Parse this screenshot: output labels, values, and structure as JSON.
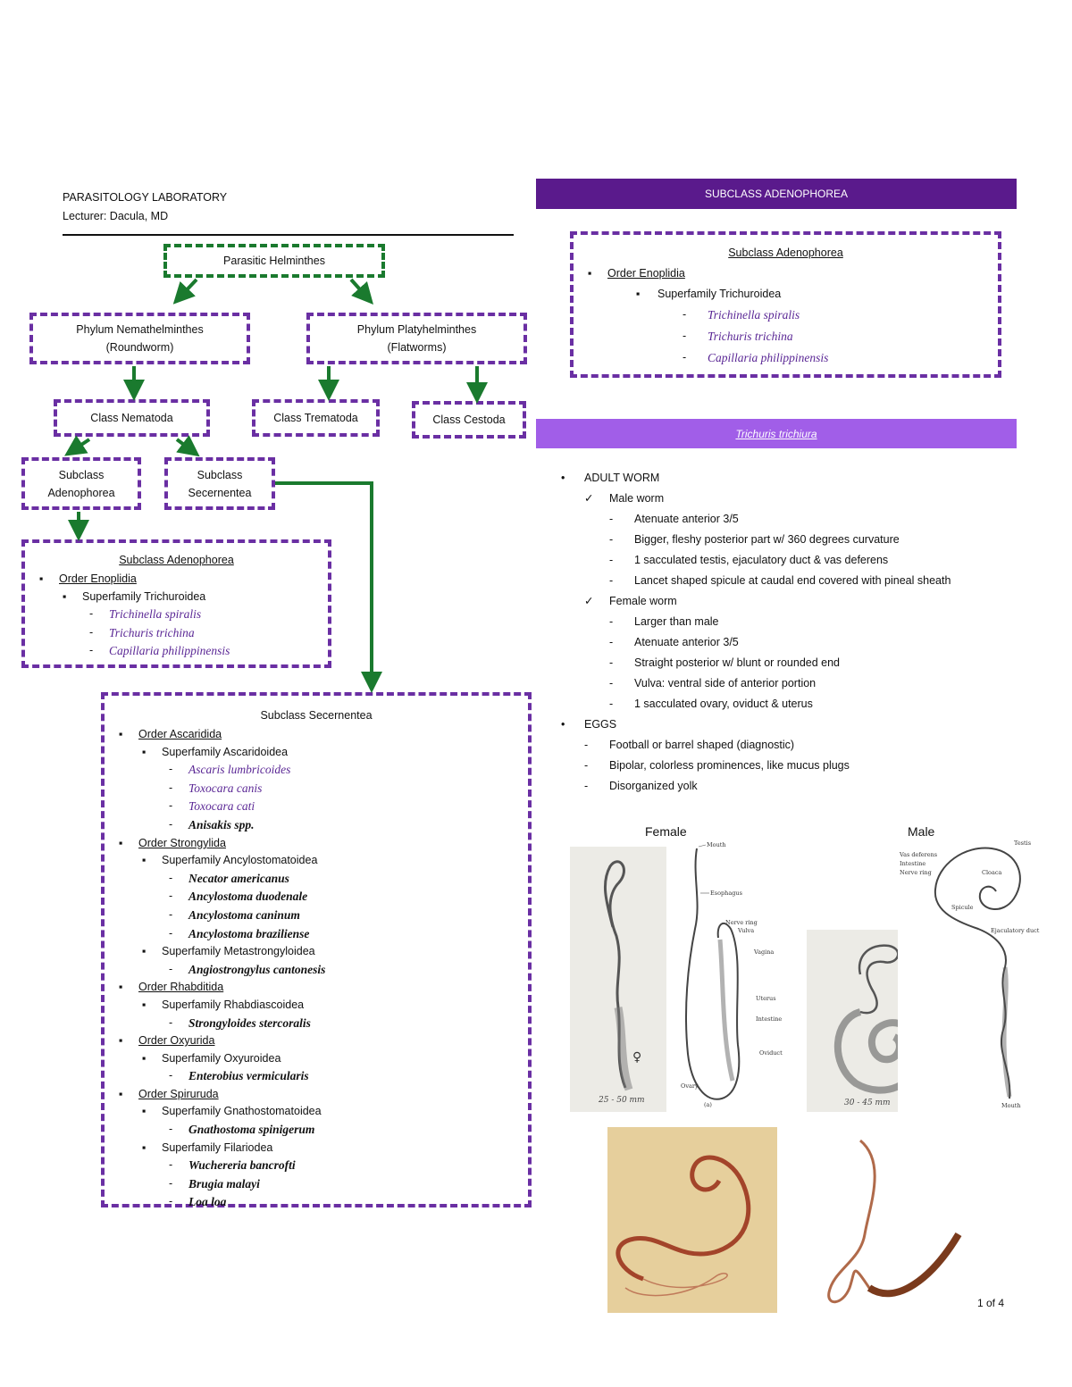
{
  "header": {
    "title": "PARASITOLOGY LABORATORY",
    "lecturer": "Lecturer: Dacula, MD"
  },
  "tree": {
    "root": "Parasitic Helminthes",
    "phylum_nema": [
      "Phylum Nemathelminthes",
      "(Roundworm)"
    ],
    "phylum_platy": [
      "Phylum Platyhelminthes",
      "(Flatworms)"
    ],
    "class_nematoda": "Class Nematoda",
    "class_trematoda": "Class Trematoda",
    "class_cestoda": "Class Cestoda",
    "subclass_adeno": [
      "Subclass",
      "Adenophorea"
    ],
    "subclass_secer": [
      "Subclass",
      "Secernentea"
    ]
  },
  "adeno_box": {
    "title": "Subclass Adenophorea",
    "order": "Order Enoplidia",
    "superfamily": "Superfamily Trichuroidea",
    "species": [
      "Trichinella spiralis",
      "Trichuris trichina",
      "Capillaria philippinensis"
    ]
  },
  "secer_box": {
    "title": "Subclass Secernentea",
    "lines": [
      {
        "lvl": 1,
        "mk": "▪",
        "text": "Order Ascaridida",
        "style": "u"
      },
      {
        "lvl": 2,
        "mk": "▪",
        "text": "Superfamily Ascaridoidea",
        "style": ""
      },
      {
        "lvl": 3,
        "mk": "-",
        "text": "Ascaris lumbricoides",
        "style": "sp-p"
      },
      {
        "lvl": 3,
        "mk": "-",
        "text": "Toxocara canis",
        "style": "sp-p"
      },
      {
        "lvl": 3,
        "mk": "-",
        "text": "Toxocara cati",
        "style": "sp-p"
      },
      {
        "lvl": 3,
        "mk": "-",
        "text": "Anisakis spp.",
        "style": "sp-b"
      },
      {
        "lvl": 1,
        "mk": "▪",
        "text": "Order Strongylida",
        "style": "u"
      },
      {
        "lvl": 2,
        "mk": "▪",
        "text": "Superfamily Ancylostomatoidea",
        "style": ""
      },
      {
        "lvl": 3,
        "mk": "-",
        "text": "Necator americanus",
        "style": "sp-b"
      },
      {
        "lvl": 3,
        "mk": "-",
        "text": "Ancylostoma duodenale",
        "style": "sp-b"
      },
      {
        "lvl": 3,
        "mk": "-",
        "text": "Ancylostoma caninum",
        "style": "sp-b"
      },
      {
        "lvl": 3,
        "mk": "-",
        "text": "Ancylostoma braziliense",
        "style": "sp-b"
      },
      {
        "lvl": 2,
        "mk": "▪",
        "text": "Superfamily Metastrongyloidea",
        "style": ""
      },
      {
        "lvl": 3,
        "mk": "-",
        "text": "Angiostrongylus cantonesis",
        "style": "sp-b"
      },
      {
        "lvl": 1,
        "mk": "▪",
        "text": "Order Rhabditida",
        "style": "u"
      },
      {
        "lvl": 2,
        "mk": "▪",
        "text": "Superfamily Rhabdiascoidea",
        "style": ""
      },
      {
        "lvl": 3,
        "mk": "-",
        "text": "Strongyloides stercoralis",
        "style": "sp-b"
      },
      {
        "lvl": 1,
        "mk": "▪",
        "text": "Order Oxyurida",
        "style": "u"
      },
      {
        "lvl": 2,
        "mk": "▪",
        "text": "Superfamily Oxyuroidea",
        "style": ""
      },
      {
        "lvl": 3,
        "mk": "-",
        "text": "Enterobius vermicularis",
        "style": "sp-b"
      },
      {
        "lvl": 1,
        "mk": "▪",
        "text": "Order Spiruruda",
        "style": "u"
      },
      {
        "lvl": 2,
        "mk": "▪",
        "text": "Superfamily Gnathostomatoidea",
        "style": ""
      },
      {
        "lvl": 3,
        "mk": "-",
        "text": "Gnathostoma spinigerum",
        "style": "sp-b"
      },
      {
        "lvl": 2,
        "mk": "▪",
        "text": "Superfamily Filariodea",
        "style": ""
      },
      {
        "lvl": 3,
        "mk": "-",
        "text": "Wuchereria bancrofti",
        "style": "sp-b"
      },
      {
        "lvl": 3,
        "mk": "-",
        "text": "Brugia malayi",
        "style": "sp-b"
      },
      {
        "lvl": 3,
        "mk": "-",
        "text": "Loa loa",
        "style": "sp-b"
      }
    ]
  },
  "right": {
    "band1": "SUBCLASS ADENOPHOREA",
    "band2": "Trichuris trichiura",
    "notes": [
      {
        "lvl": 0,
        "mk": "•",
        "text": "ADULT WORM"
      },
      {
        "lvl": 1,
        "mk": "✓",
        "text": "Male worm"
      },
      {
        "lvl": 2,
        "mk": "-",
        "text": "Atenuate anterior 3/5"
      },
      {
        "lvl": 2,
        "mk": "-",
        "text": "Bigger, fleshy posterior part w/ 360 degrees curvature"
      },
      {
        "lvl": 2,
        "mk": "-",
        "text": "1 sacculated testis, ejaculatory duct & vas deferens"
      },
      {
        "lvl": 2,
        "mk": "-",
        "text": "Lancet shaped spicule at caudal end covered with pineal sheath"
      },
      {
        "lvl": 1,
        "mk": "✓",
        "text": "Female worm"
      },
      {
        "lvl": 2,
        "mk": "-",
        "text": "Larger than male"
      },
      {
        "lvl": 2,
        "mk": "-",
        "text": "Atenuate anterior 3/5"
      },
      {
        "lvl": 2,
        "mk": "-",
        "text": "Straight posterior w/ blunt or rounded end"
      },
      {
        "lvl": 2,
        "mk": "-",
        "text": "Vulva: ventral side of anterior portion"
      },
      {
        "lvl": 2,
        "mk": "-",
        "text": "1 sacculated ovary, oviduct & uterus"
      },
      {
        "lvl": 0,
        "mk": "•",
        "text": "EGGS"
      },
      {
        "lvl": 1,
        "mk": "-",
        "text": "Football or barrel shaped (diagnostic)"
      },
      {
        "lvl": 1,
        "mk": "-",
        "text": "Bipolar, colorless prominences, like mucus plugs"
      },
      {
        "lvl": 1,
        "mk": "-",
        "text": "Disorganized yolk"
      }
    ]
  },
  "figures": {
    "female_label": "Female",
    "male_label": "Male",
    "female_photo_caption": "25 - 50 mm",
    "male_photo_caption": "30 - 45 mm",
    "female_diagram_labels": [
      "Mouth",
      "Esophagus",
      "Nerve ring",
      "Vulva",
      "Vagina",
      "Uterus",
      "Intestine",
      "Oviduct",
      "Ovary",
      "(a)"
    ],
    "male_diagram_labels": [
      "Testis",
      "Vas deferens",
      "Intestine",
      "Nerve ring",
      "Cloaca",
      "Spicule",
      "Ejaculatory duct",
      "Mouth"
    ],
    "female_symbol": "♀",
    "male_symbol": "♂"
  },
  "page": "1 of 4",
  "colors": {
    "purple": "#6a2fa3",
    "green": "#1a7a2e",
    "band_dark": "#5a1a8c",
    "band_light": "#a15ee8"
  }
}
